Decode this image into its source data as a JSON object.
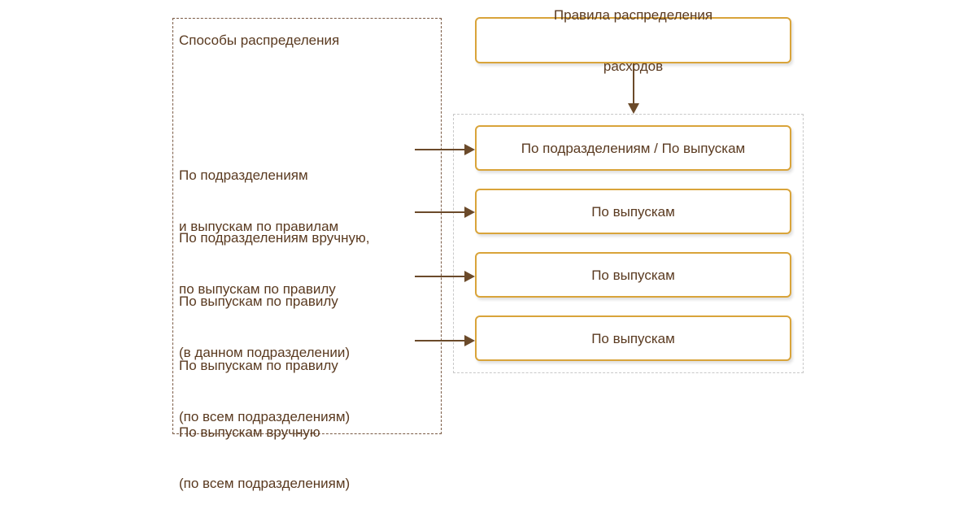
{
  "diagram": {
    "left_panel": {
      "title": "Способы распределения",
      "methods": [
        {
          "line1": "По подразделениям",
          "line2": "и выпускам по правилам"
        },
        {
          "line1": "По подразделениям вручную,",
          "line2": "по выпускам по правилу"
        },
        {
          "line1": "По выпускам по правилу",
          "line2": "(в данном подразделении)"
        },
        {
          "line1": "По выпускам по правилу",
          "line2": "(по всем подразделениям)"
        },
        {
          "line1": "По выпускам вручную",
          "line2": "(по всем подразделениям)"
        }
      ]
    },
    "top_box": {
      "line1": "Правила распределения",
      "line2": "расходов"
    },
    "rule_boxes": [
      {
        "label": "По подразделениям / По выпускам"
      },
      {
        "label": "По выпускам"
      },
      {
        "label": "По выпускам"
      },
      {
        "label": "По выпускам"
      }
    ],
    "colors": {
      "text": "#5a3a20",
      "box_border": "#d9a43a",
      "arrow": "#6b4a2a",
      "left_frame": "#7a5a44",
      "right_frame": "#c8c8c8"
    }
  }
}
